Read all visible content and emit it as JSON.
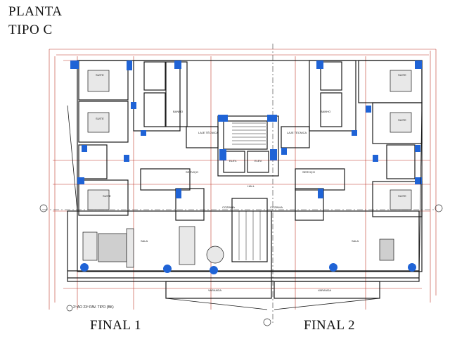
{
  "title": {
    "line1": "PLANTA",
    "line2": "TIPO C"
  },
  "plan": {
    "room_labels": [
      "SUITE",
      "SUITE",
      "SUITE",
      "SUITE",
      "SUITE",
      "SUITE",
      "SALA",
      "SALA",
      "VARANDA",
      "VARANDA",
      "COZINHA",
      "COZINHA",
      "SERVIÇO",
      "SERVIÇO",
      "HALL",
      "ELEV.",
      "ELEV.",
      "LAJE TÉCNICA",
      "LAJE TÉCNICA",
      "BANHO",
      "BANHO"
    ],
    "level_note": "2º AO 23º PAV. TIPO (BK)",
    "colors": {
      "lines": "#1a1a1a",
      "dims": "#c0392b",
      "structure": "#1f63d6"
    }
  },
  "captions": {
    "left": "FINAL 1",
    "right": "FINAL 2"
  }
}
